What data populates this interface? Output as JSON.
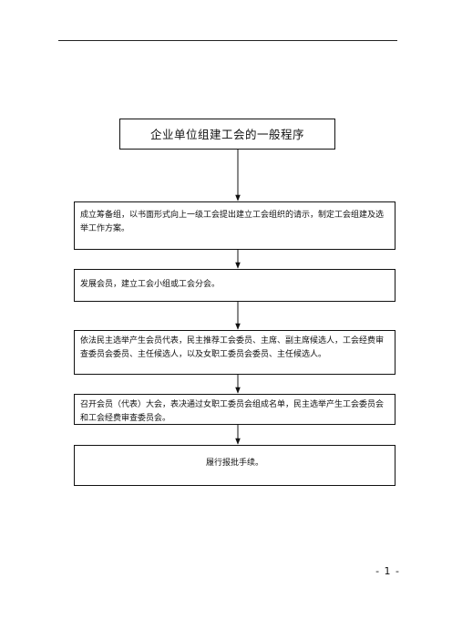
{
  "diagram": {
    "title": "企业单位组建工会的一般程序",
    "steps": [
      "成立筹备组，以书面形式向上一级工会提出建立工会组织的请示，制定工会组建及选举工作方案。",
      "发展会员，建立工会小组或工会分会。",
      "依法民主选举产生会员代表，民主推荐工会委员、主席、副主席候选人，工会经费审查委员会委员、主任候选人，以及女职工委员会委员、主任候选人。",
      "召开会员（代表）大会，表决通过女职工委员会组成名单，民主选举产生工会委员会和工会经费审查委员会。",
      "履行报批手续。"
    ]
  },
  "footer": {
    "page_number": "- 1 -"
  }
}
